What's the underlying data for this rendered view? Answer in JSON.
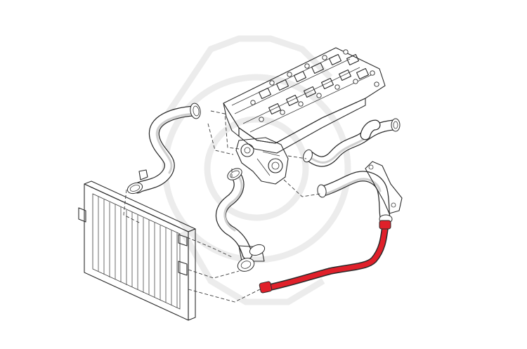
{
  "diagram": {
    "highlight_color": "#e0202a",
    "line_color": "#2b2b2b",
    "background": "#ffffff",
    "parts": [
      {
        "name": "cylinder-head"
      },
      {
        "name": "thermostat-housing"
      },
      {
        "name": "radiator"
      },
      {
        "name": "upper-radiator-hose"
      },
      {
        "name": "lower-radiator-hose"
      },
      {
        "name": "heater-hose-upper"
      },
      {
        "name": "heater-hose-lower"
      },
      {
        "name": "expansion-tank-hose-highlighted"
      }
    ]
  }
}
